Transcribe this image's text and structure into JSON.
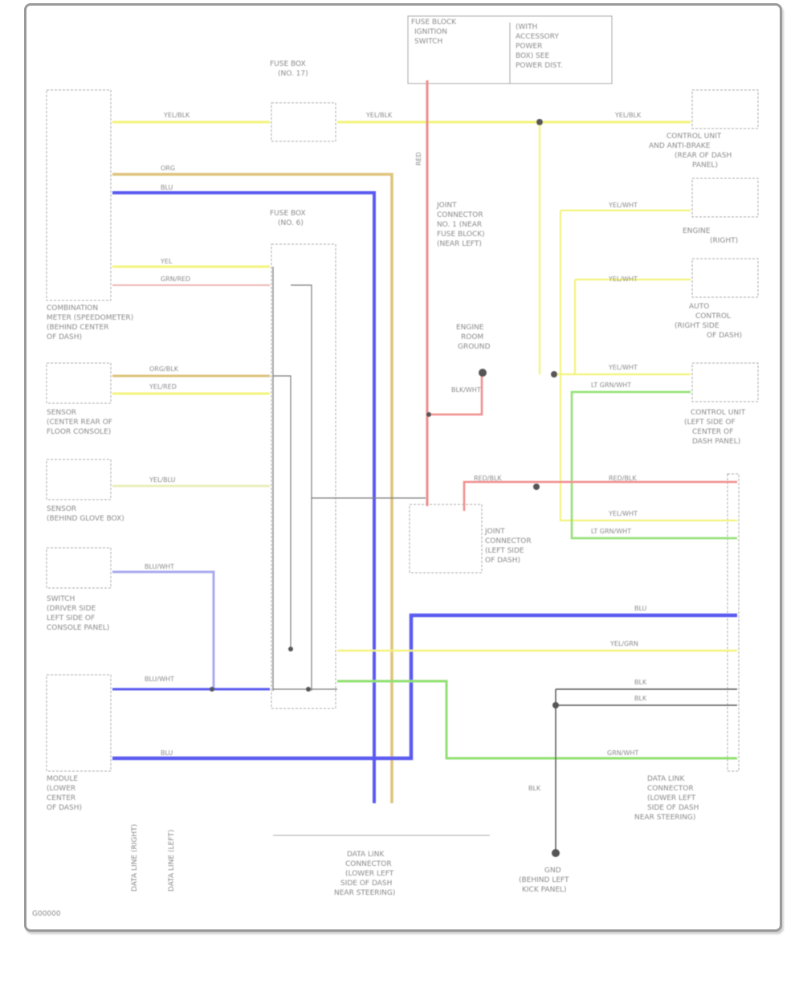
{
  "diagram_id": "G00000",
  "colors": {
    "yellow": "#f3f37a",
    "blue": "#5a5af0",
    "orange": "#ddc27a",
    "red": "#f08b8b",
    "green": "#90e070",
    "black": "#555555",
    "frame": "#9a9a9a",
    "text": "#8a8a8a"
  },
  "components": {
    "combination_meter": [
      "COMBINATION",
      "METER (SPEEDOMETER)",
      "(BEHIND CENTER",
      "OF DASH)"
    ],
    "sensor_1": [
      "SENSOR",
      "(CENTER REAR OF",
      "FLOOR CONSOLE)"
    ],
    "sensor_2": [
      "SENSOR",
      "(BEHIND GLOVE BOX)"
    ],
    "switch_left": [
      "SWITCH",
      "(DRIVER SIDE",
      "LEFT SIDE OF",
      "CONSOLE PANEL)"
    ],
    "module_bottom_left": [
      "MODULE",
      "(LOWER",
      "CENTER",
      "OF DASH)"
    ],
    "fuse_top_left": [
      "FUSE BOX",
      "(NO. 17)"
    ],
    "fuse_mid": [
      "FUSE BOX",
      "(NO. 6)"
    ],
    "fuse_block": [
      "FUSE BLOCK",
      "IGNITION",
      "SWITCH"
    ],
    "fuse_block_notes": [
      "(WITH",
      "ACCESSORY",
      "POWER",
      "BOX) SEE",
      "POWER DIST."
    ],
    "connector_right_1": [
      "CONTROL UNIT",
      "AND ANTI-BRAKE",
      "(REAR OF DASH",
      "PANEL)"
    ],
    "connector_right_2": [
      "ENGINE",
      "(RIGHT)"
    ],
    "connector_right_3": [
      "AUTO",
      "CONTROL",
      "(RIGHT SIDE",
      "OF DASH)"
    ],
    "connector_right_4": [
      "CONTROL UNIT",
      "(LEFT SIDE OF",
      "CENTER OF",
      "DASH PANEL)"
    ],
    "ground_note": [
      "ENGINE",
      "ROOM",
      "GROUND"
    ],
    "joint_connector": [
      "JOINT",
      "CONNECTOR",
      "(LEFT SIDE",
      "OF DASH)"
    ],
    "connector_bottom_right": [
      "DATA LINK",
      "CONNECTOR",
      "(LOWER LEFT",
      "SIDE OF DASH",
      "NEAR STEERING)"
    ],
    "connector_bottom_center": [
      "DATA LINK",
      "CONNECTOR",
      "(LOWER LEFT",
      "SIDE OF DASH",
      "NEAR STEERING)"
    ],
    "ground_bottom": [
      "GND",
      "(BEHIND LEFT",
      "KICK PANEL)"
    ],
    "junction_left": [
      "JOINT",
      "CONNECTOR",
      "NO. 1 (NEAR",
      "FUSE BLOCK)",
      "(NEAR LEFT)"
    ],
    "vertical_labels": [
      "DATA LINE (RIGHT)",
      "DATA LINE (LEFT)"
    ]
  },
  "wires": {
    "yel_blk": "YEL/BLK",
    "org": "ORG",
    "blu": "BLU",
    "yel": "YEL",
    "grn_red": "GRN/RED",
    "red": "RED",
    "org_blk": "ORG/BLK",
    "yel_red": "YEL/RED",
    "yel_blu": "YEL/BLU",
    "blu_wht": "BLU/WHT",
    "yel_wht": "YEL/WHT",
    "lt_grn": "LT GRN/WHT",
    "red_blk": "RED/BLK",
    "blk": "BLK",
    "grn_wht": "GRN/WHT",
    "yel_grn": "YEL/GRN",
    "blk_wht": "BLK/WHT"
  }
}
